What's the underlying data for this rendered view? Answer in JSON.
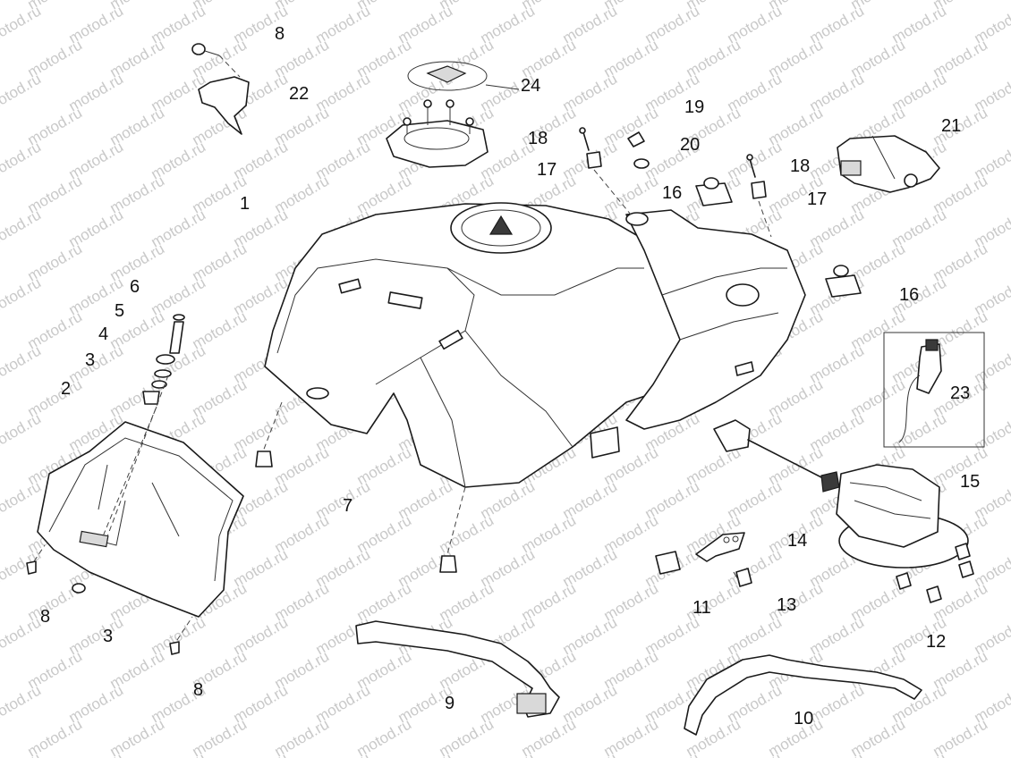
{
  "watermark": {
    "text": "motod.ru"
  },
  "colors": {
    "line": "#1a1a1a",
    "watermark": "#c9c9c9",
    "background": "#ffffff"
  },
  "callouts": {
    "c1": "1",
    "c2": "2",
    "c3a": "3",
    "c3b": "3",
    "c4": "4",
    "c5": "5",
    "c6": "6",
    "c7": "7",
    "c8a": "8",
    "c8b": "8",
    "c8c": "8",
    "c9": "9",
    "c10": "10",
    "c11": "11",
    "c12": "12",
    "c13": "13",
    "c14": "14",
    "c15": "15",
    "c16a": "16",
    "c16b": "16",
    "c17a": "17",
    "c17b": "17",
    "c18a": "18",
    "c18b": "18",
    "c19": "19",
    "c20": "20",
    "c21": "21",
    "c22": "22",
    "c23": "23",
    "c24": "24"
  }
}
